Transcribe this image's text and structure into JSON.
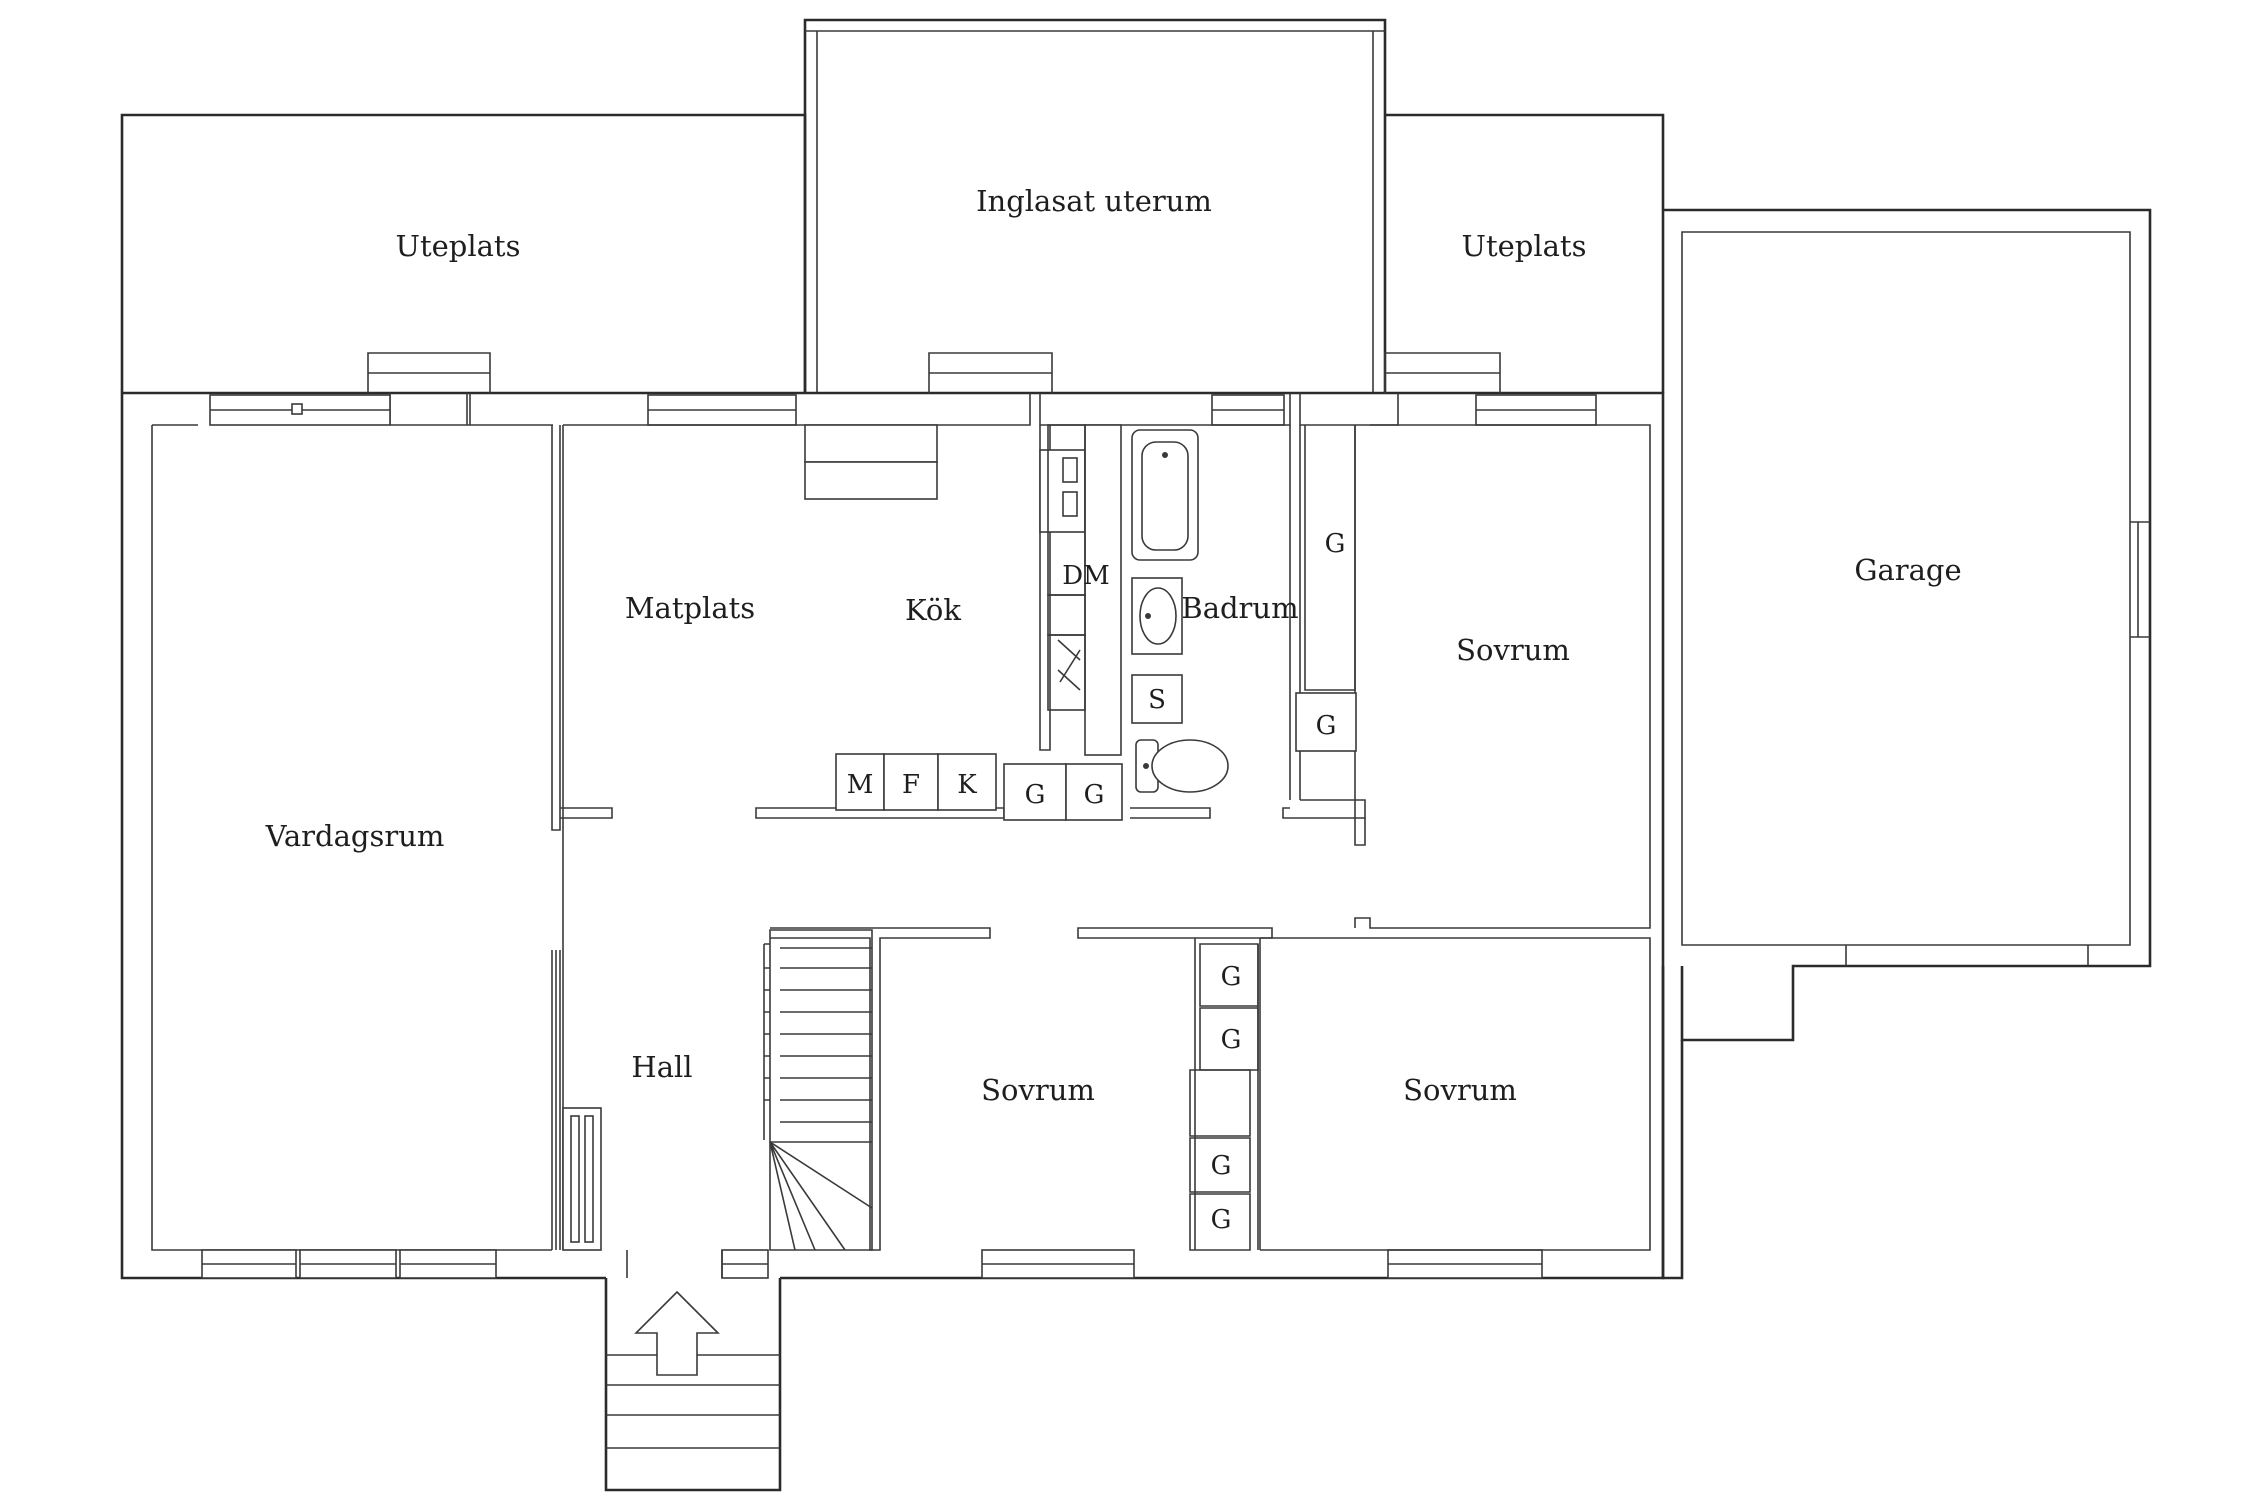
{
  "plan": {
    "rooms": {
      "uteplats_left": "Uteplats",
      "inglasat_uterum": "Inglasat uterum",
      "uteplats_right": "Uteplats",
      "garage": "Garage",
      "matplats": "Matplats",
      "kok": "Kök",
      "badrum": "Badrum",
      "sovrum_right": "Sovrum",
      "vardagsrum": "Vardagsrum",
      "hall": "Hall",
      "sovrum_middle": "Sovrum",
      "sovrum_bottom_right": "Sovrum"
    },
    "fixtures": {
      "dm": "DM",
      "s": "S",
      "m": "M",
      "f": "F",
      "k": "K",
      "g": "G"
    }
  }
}
